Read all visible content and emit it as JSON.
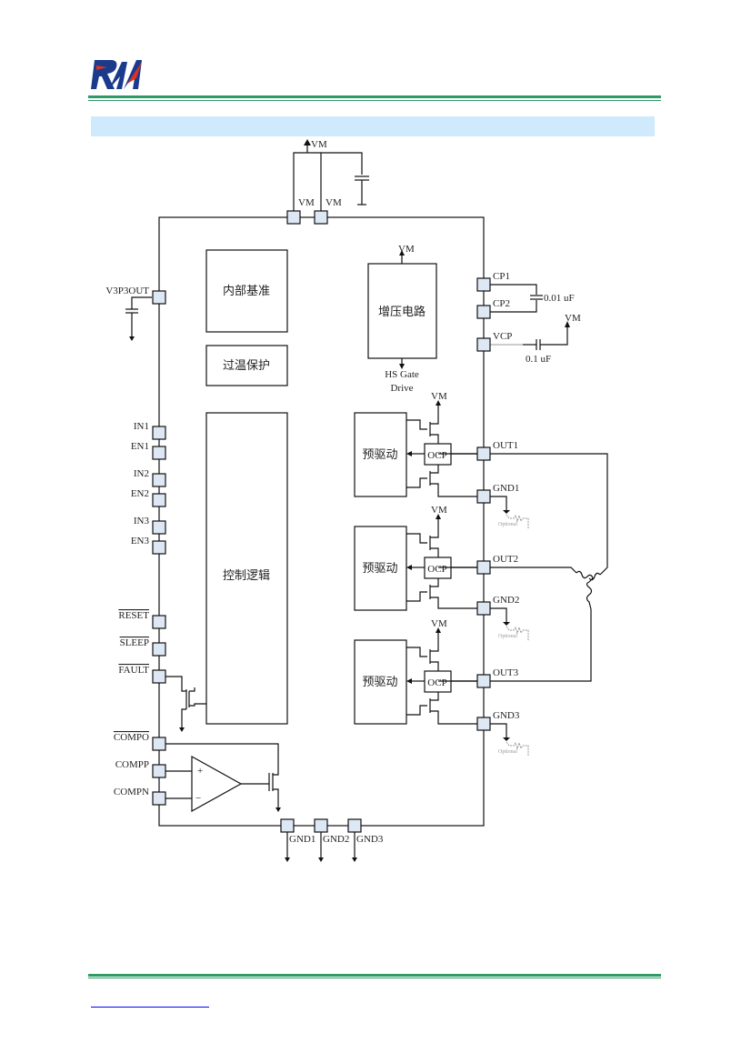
{
  "header": {
    "rule_color": "#2e9a66",
    "banner_color": "#cfeafc",
    "banner_text": ""
  },
  "diagram": {
    "supply": "VM",
    "blocks": {
      "reference": "内部基准",
      "thermal": "过温保护",
      "logic": "控制逻辑",
      "charge_pump": "增压电路",
      "predriver": "预驱动",
      "ocp": "OCP",
      "hs_gate_1": "HS Gate",
      "hs_gate_2": "Drive"
    },
    "top_pins": [
      "VM",
      "VM"
    ],
    "left_pins": [
      "V3P3OUT",
      "IN1",
      "EN1",
      "IN2",
      "EN2",
      "IN3",
      "EN3",
      "RESET",
      "SLEEP",
      "FAULT",
      "COMPO",
      "COMPP",
      "COMPN"
    ],
    "right_pins": [
      "CP1",
      "CP2",
      "VCP",
      "OUT1",
      "GND1",
      "OUT2",
      "GND2",
      "OUT3",
      "GND3"
    ],
    "bottom_pins": [
      "GND1",
      "GND2",
      "GND3"
    ],
    "cap_cp": "0.01 uF",
    "cap_vcp": "0.1 uF",
    "optional": "Optional",
    "comp_plus": "+",
    "comp_minus": "−"
  },
  "footer": {
    "rule_color": "#2e9a66",
    "link_color": "#0000ff"
  }
}
